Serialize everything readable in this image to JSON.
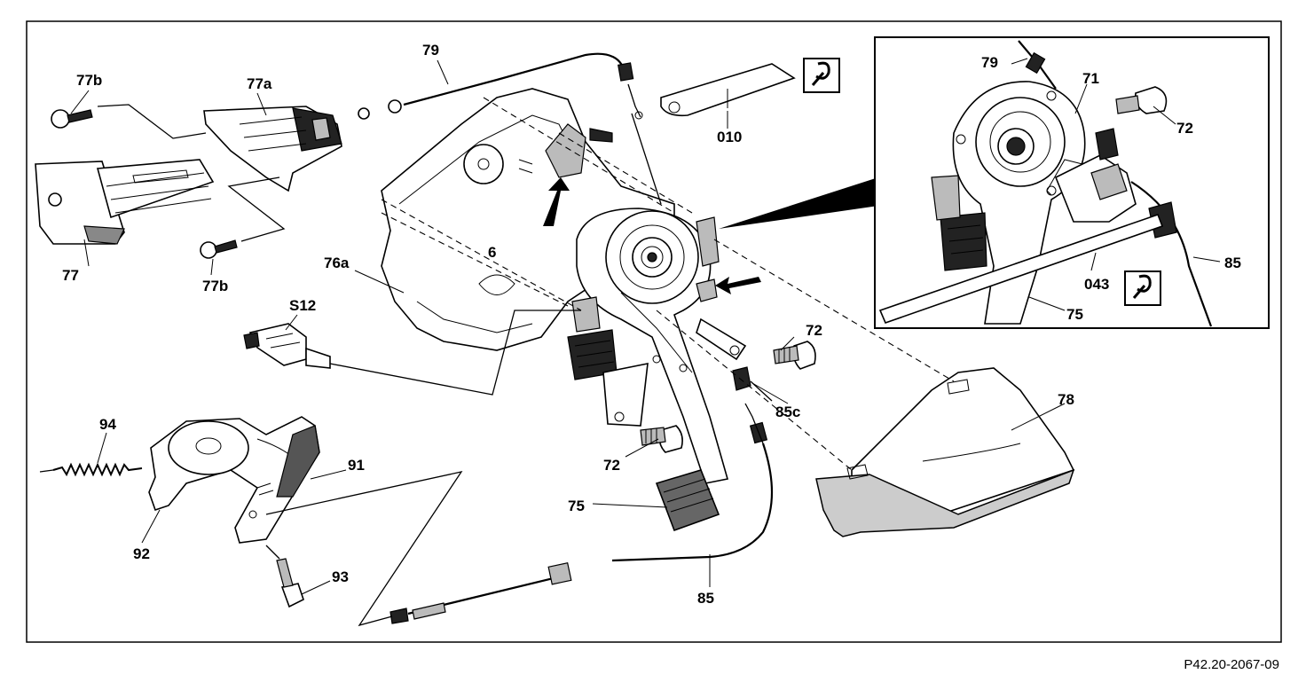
{
  "figure": {
    "reference_code": "P42.20-2067-09",
    "callouts": {
      "c79": "79",
      "c77b_top": "77b",
      "c77a": "77a",
      "c77": "77",
      "c77b_bottom": "77b",
      "c76a": "76a",
      "cS12": "S12",
      "c94": "94",
      "c91": "91",
      "c92": "92",
      "c93": "93",
      "c010": "010",
      "c72_mid": "72",
      "c85c": "85c",
      "c72_low": "72",
      "c75": "75",
      "c85": "85",
      "c78": "78",
      "c6": "6"
    },
    "inset_callouts": {
      "c79": "79",
      "c71": "71",
      "c72": "72",
      "c85": "85",
      "c043": "043",
      "c75": "75"
    },
    "icons": {
      "tool_symbol": "special-tool-icon"
    }
  }
}
